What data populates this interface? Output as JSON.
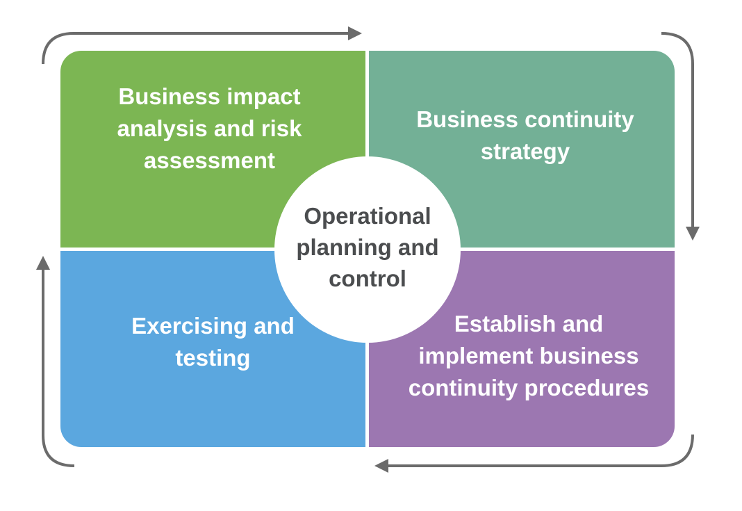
{
  "diagram": {
    "colors": {
      "top_left": "#7cb653",
      "top_right": "#73b096",
      "bottom_left": "#5ba7df",
      "bottom_right": "#9c77b1",
      "center": "#ffffff",
      "center_text": "#4b4d4f",
      "arrow": "#6b6b6b"
    },
    "quadrants": {
      "top_left": "Business impact\nanalysis and risk\nassessment",
      "top_right": "Business continuity\nstrategy",
      "bottom_right": "Establish and\nimplement business\ncontinuity procedures",
      "bottom_left": "Exercising and\ntesting"
    },
    "center": "Operational\nplanning and\ncontrol",
    "cycle_direction": "clockwise"
  }
}
